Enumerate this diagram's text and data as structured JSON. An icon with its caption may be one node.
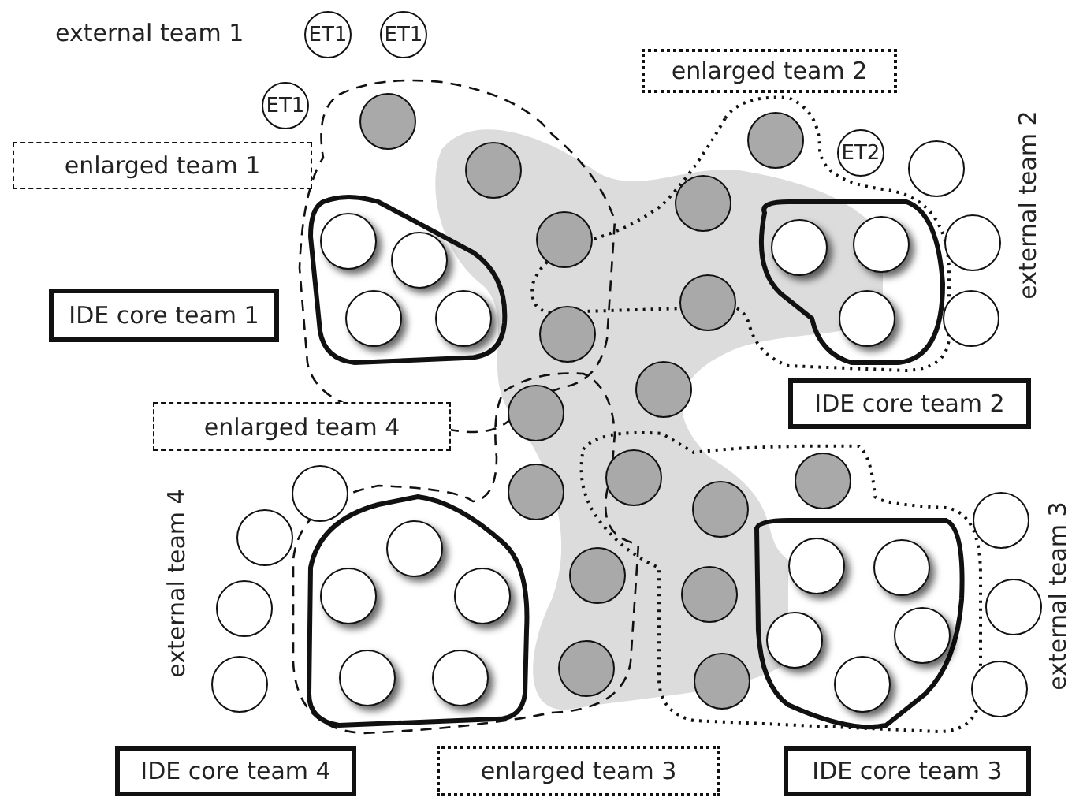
{
  "diagram": {
    "nodes": [
      {
        "text": [
          "ET1"
        ]
      },
      {
        "text": [
          "ET1"
        ]
      },
      {
        "text": [
          "ET1"
        ]
      },
      {
        "text": [
          "enlarged team 1"
        ]
      },
      {
        "text": [
          "enlarged team 2"
        ]
      },
      {
        "text": [
          "ET2"
        ]
      },
      {
        "text": [
          "IDE core team 1"
        ]
      },
      {
        "text": [
          "IDE core team 2"
        ]
      },
      {
        "text": [
          "enlarged team 4"
        ]
      },
      {
        "text": [
          "IDE core team 4"
        ]
      },
      {
        "text": [
          "enlarged team 3"
        ]
      },
      {
        "text": [
          "IDE core team 3"
        ]
      },
      {
        "text": [],
        "shape": "circle"
      },
      {
        "text": [],
        "shape": "circle"
      },
      {
        "text": [],
        "shape": "circle"
      },
      {
        "text": [],
        "shape": "circle"
      },
      {
        "text": [],
        "shape": "circle"
      },
      {
        "text": [],
        "shape": "circle"
      },
      {
        "text": [],
        "shape": "circle"
      },
      {
        "text": [],
        "shape": "circle"
      },
      {
        "text": [],
        "shape": "circle"
      },
      {
        "text": [],
        "shape": "circle"
      },
      {
        "text": [],
        "shape": "circle"
      },
      {
        "text": [],
        "shape": "circle"
      },
      {
        "text": [],
        "shape": "circle"
      },
      {
        "text": [],
        "shape": "circle"
      },
      {
        "text": [],
        "shape": "circle"
      },
      {
        "text": [],
        "shape": "circle"
      },
      {
        "text": [],
        "shape": "circle"
      },
      {
        "text": [],
        "shape": "circle"
      },
      {
        "text": [],
        "shape": "circle"
      },
      {
        "text": [],
        "shape": "circle"
      },
      {
        "text": [],
        "shape": "circle"
      },
      {
        "text": [],
        "shape": "circle"
      },
      {
        "text": [],
        "shape": "circle"
      },
      {
        "text": [],
        "shape": "circle"
      },
      {
        "text": [],
        "shape": "circle"
      },
      {
        "text": [],
        "shape": "circle"
      },
      {
        "text": [],
        "shape": "circle"
      },
      {
        "text": [],
        "shape": "circle"
      },
      {
        "text": [],
        "shape": "circle"
      },
      {
        "text": [],
        "shape": "circle"
      },
      {
        "text": [],
        "shape": "circle"
      },
      {
        "text": [],
        "shape": "circle"
      },
      {
        "text": [],
        "shape": "circle"
      },
      {
        "text": [],
        "shape": "circle"
      },
      {
        "text": [],
        "shape": "circle"
      },
      {
        "text": [],
        "shape": "circle"
      },
      {
        "text": [],
        "shape": "circle"
      },
      {
        "text": [],
        "shape": "circle"
      },
      {
        "text": [],
        "shape": "circle"
      },
      {
        "text": [],
        "shape": "circle"
      },
      {
        "text": [],
        "shape": "circle"
      },
      {
        "text": [],
        "shape": "circle"
      },
      {
        "text": [],
        "shape": "circle"
      },
      {
        "text": [],
        "shape": "circle"
      }
    ],
    "labels": [
      "external team 1",
      "external team 2",
      "external team 4",
      "external team 3"
    ]
  }
}
